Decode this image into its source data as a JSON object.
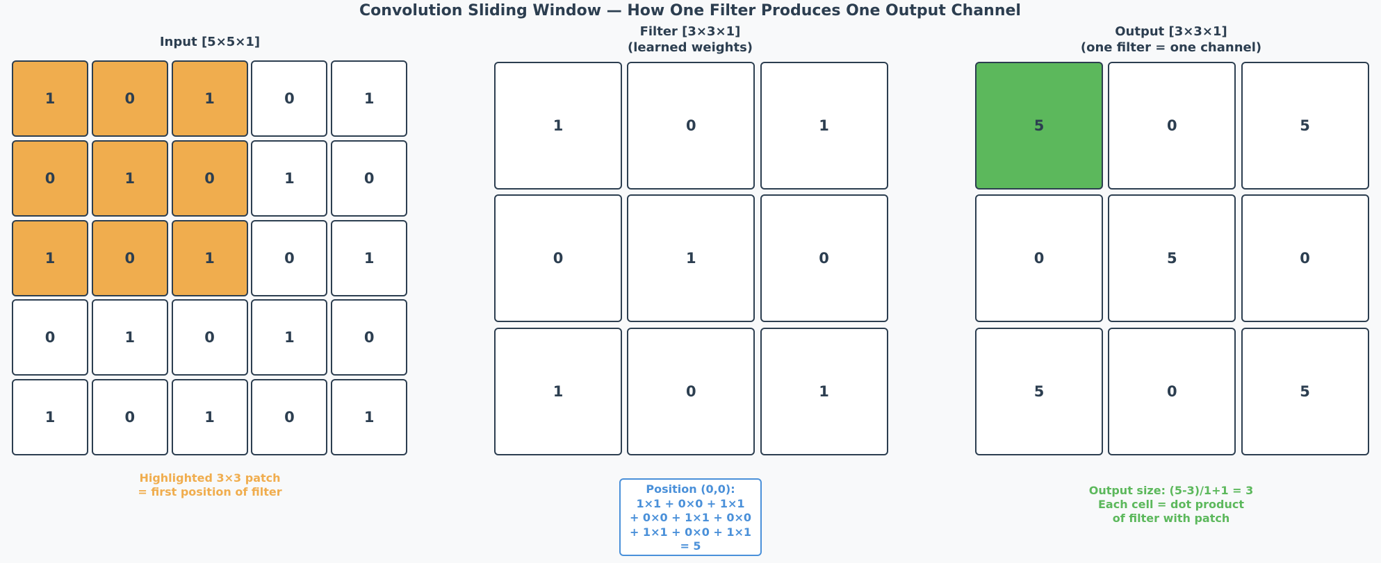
{
  "title": "Convolution Sliding Window — How One Filter Produces One Output Channel",
  "colors": {
    "text": "#2c3e50",
    "highlight": "#f0ad4e",
    "output_highlight": "#5cb85c",
    "calc": "#4a90d9",
    "background": "#f8f9fa"
  },
  "input": {
    "title": "Input  [5×5×1]",
    "matrix": [
      [
        1,
        0,
        1,
        0,
        1
      ],
      [
        0,
        1,
        0,
        1,
        0
      ],
      [
        1,
        0,
        1,
        0,
        1
      ],
      [
        0,
        1,
        0,
        1,
        0
      ],
      [
        1,
        0,
        1,
        0,
        1
      ]
    ],
    "highlighted_patch": {
      "rows": [
        0,
        1,
        2
      ],
      "cols": [
        0,
        1,
        2
      ]
    },
    "caption": [
      "Highlighted 3×3 patch",
      "= first position of filter"
    ]
  },
  "filter": {
    "title": [
      "Filter  [3×3×1]",
      "(learned weights)"
    ],
    "matrix": [
      [
        1,
        0,
        1
      ],
      [
        0,
        1,
        0
      ],
      [
        1,
        0,
        1
      ]
    ],
    "calculation": [
      "Position (0,0):",
      "1×1 + 0×0 + 1×1",
      "+ 0×0 + 1×1 + 0×0",
      "+ 1×1 + 0×0 + 1×1",
      "= 5"
    ]
  },
  "output": {
    "title": [
      "Output  [3×3×1]",
      "(one filter = one channel)"
    ],
    "matrix": [
      [
        5,
        0,
        5
      ],
      [
        0,
        5,
        0
      ],
      [
        5,
        0,
        5
      ]
    ],
    "highlighted_cell": [
      0,
      0
    ],
    "caption": [
      "Output size: (5-3)/1+1 = 3",
      "Each cell = dot product",
      "of filter with patch"
    ]
  }
}
